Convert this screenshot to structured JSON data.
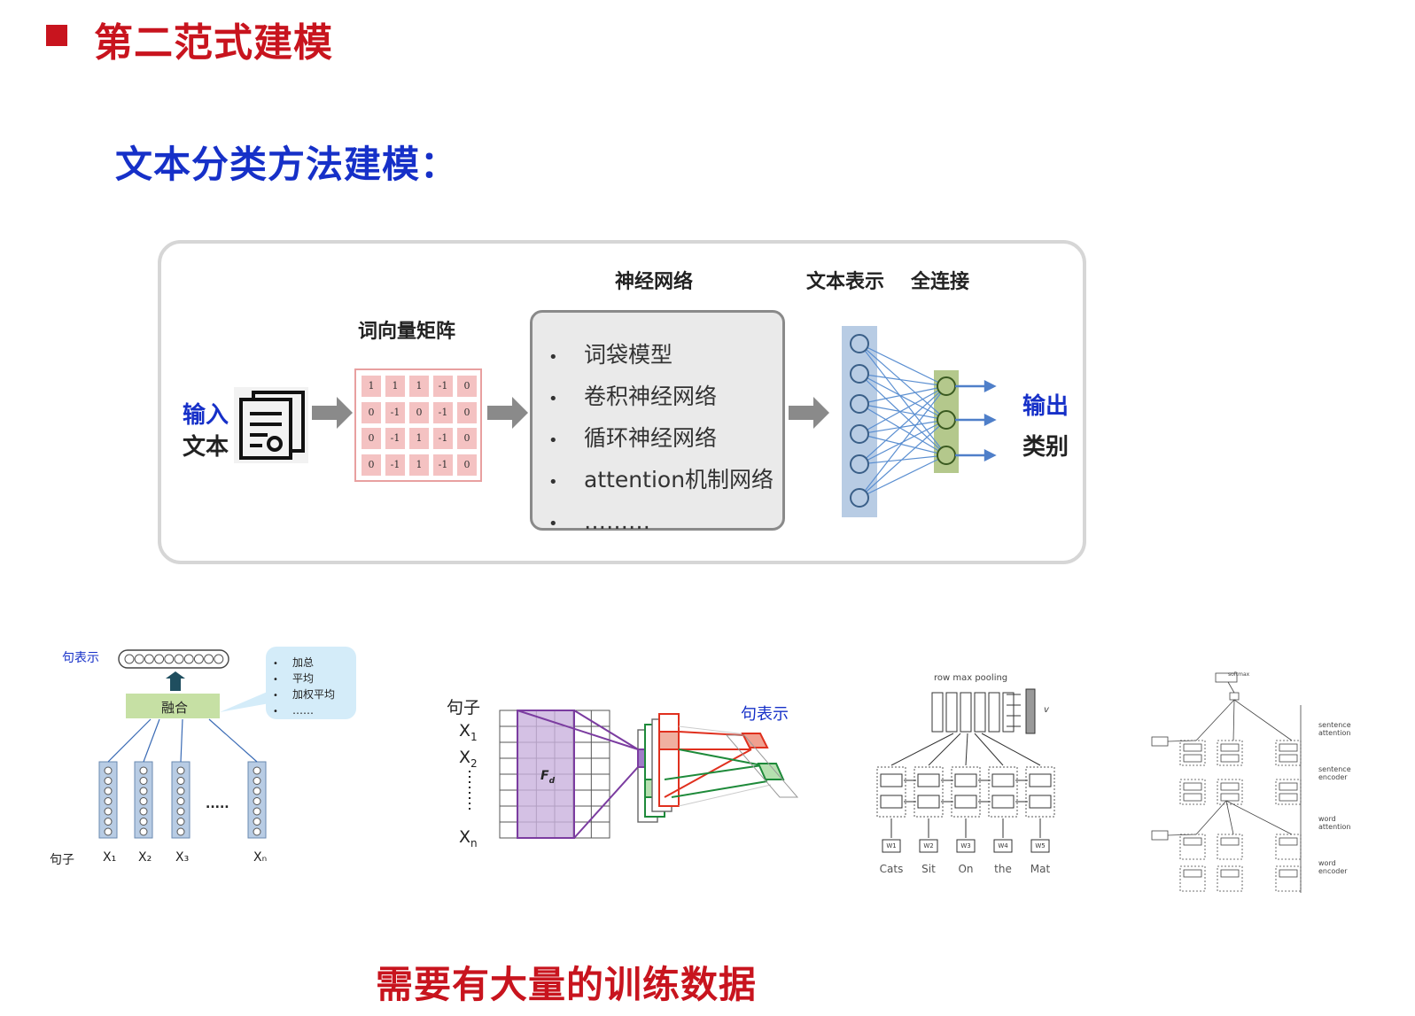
{
  "header": {
    "title": "第二范式建模"
  },
  "section": {
    "subtitle": "文本分类方法建模："
  },
  "pipeline": {
    "input_top": "输入",
    "input_bottom": "文本",
    "matrix_label": "词向量矩阵",
    "matrix_values": [
      [
        "1",
        "1",
        "1",
        "-1",
        "0"
      ],
      [
        "0",
        "-1",
        "0",
        "-1",
        "0"
      ],
      [
        "0",
        "-1",
        "1",
        "-1",
        "0"
      ],
      [
        "0",
        "-1",
        "1",
        "-1",
        "0"
      ]
    ],
    "nn_label": "神经网络",
    "nn_items": [
      "词袋模型",
      "卷积神经网络",
      "循环神经网络",
      "attention机制网络",
      "………"
    ],
    "text_repr_label": "文本表示",
    "fc_label": "全连接",
    "output_top": "输出",
    "output_bottom": "类别"
  },
  "fig1": {
    "sentence_repr": "句表示",
    "fusion": "融合",
    "bubble_items": [
      "加总",
      "平均",
      "加权平均",
      "……"
    ],
    "dots": ".....",
    "sentence": "句子",
    "x1": "X₁",
    "x2": "X₂",
    "x3": "X₃",
    "xn": "Xₙ"
  },
  "fig2": {
    "sentence": "句子",
    "sentence_repr": "句表示",
    "x1": "X",
    "x1_sub": "1",
    "x2": "X",
    "x2_sub": "2",
    "xn": "X",
    "xn_sub": "n",
    "fd": "F",
    "fd_sub": "d"
  },
  "fig3": {
    "pool_label": "row max pooling",
    "v_label": "v",
    "words": [
      "Cats",
      "Sit",
      "On",
      "the",
      "Mat"
    ],
    "w_labels": [
      "W1",
      "W2",
      "W3",
      "W4",
      "W5"
    ]
  },
  "fig4": {
    "top_label": "softmax",
    "sa": "sentence attention",
    "se": "sentence encoder",
    "wa": "word attention",
    "we": "word encoder"
  },
  "footer": {
    "text": "需要有大量的训练数据"
  },
  "colors": {
    "red": "#c8141e",
    "blue": "#1630c8",
    "matrix_cell": "#f4c2c2",
    "layer_blue": "#b8cce4",
    "layer_green": "#b4c88c"
  }
}
